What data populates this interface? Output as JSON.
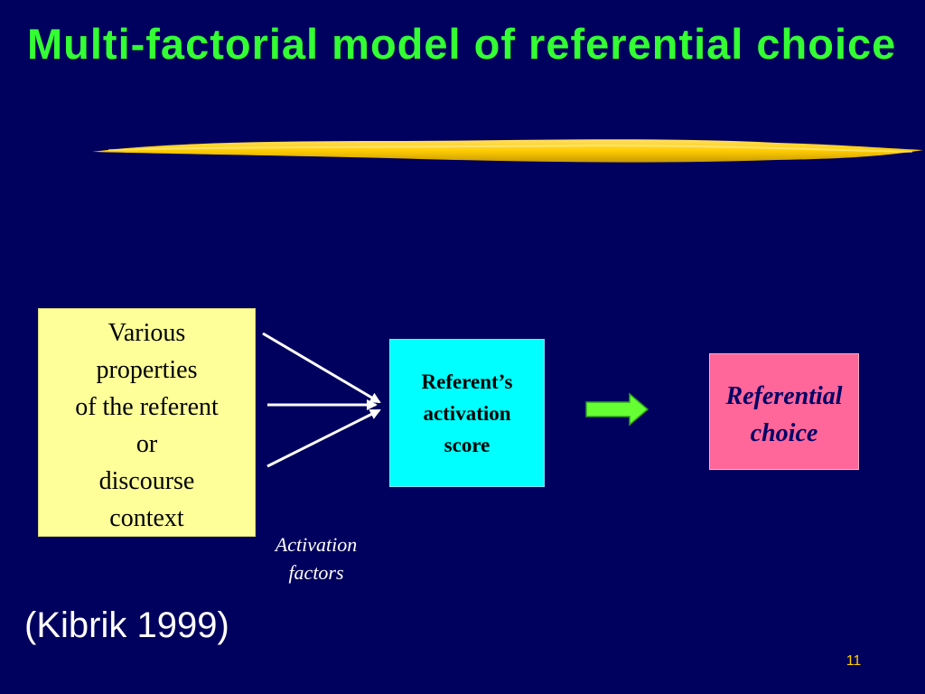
{
  "slide": {
    "title": "Multi-factorial model of referential choice",
    "citation": "(Kibrik 1999)",
    "page_number": "11"
  },
  "diagram": {
    "source_box": "Various\nproperties\nof the referent\nor\ndiscourse\ncontext",
    "middle_box": "Referent’s\nactivation\nscore",
    "output_box": "Referential\nchoice",
    "arrow_label": "Activation\nfactors"
  },
  "colors": {
    "background": "#00005e",
    "title": "#33ff33",
    "underline": "#ffcc00",
    "source_box": "#ffff99",
    "middle_box": "#00ffff",
    "output_box": "#ff6699",
    "output_arrow": "#66ff33"
  }
}
